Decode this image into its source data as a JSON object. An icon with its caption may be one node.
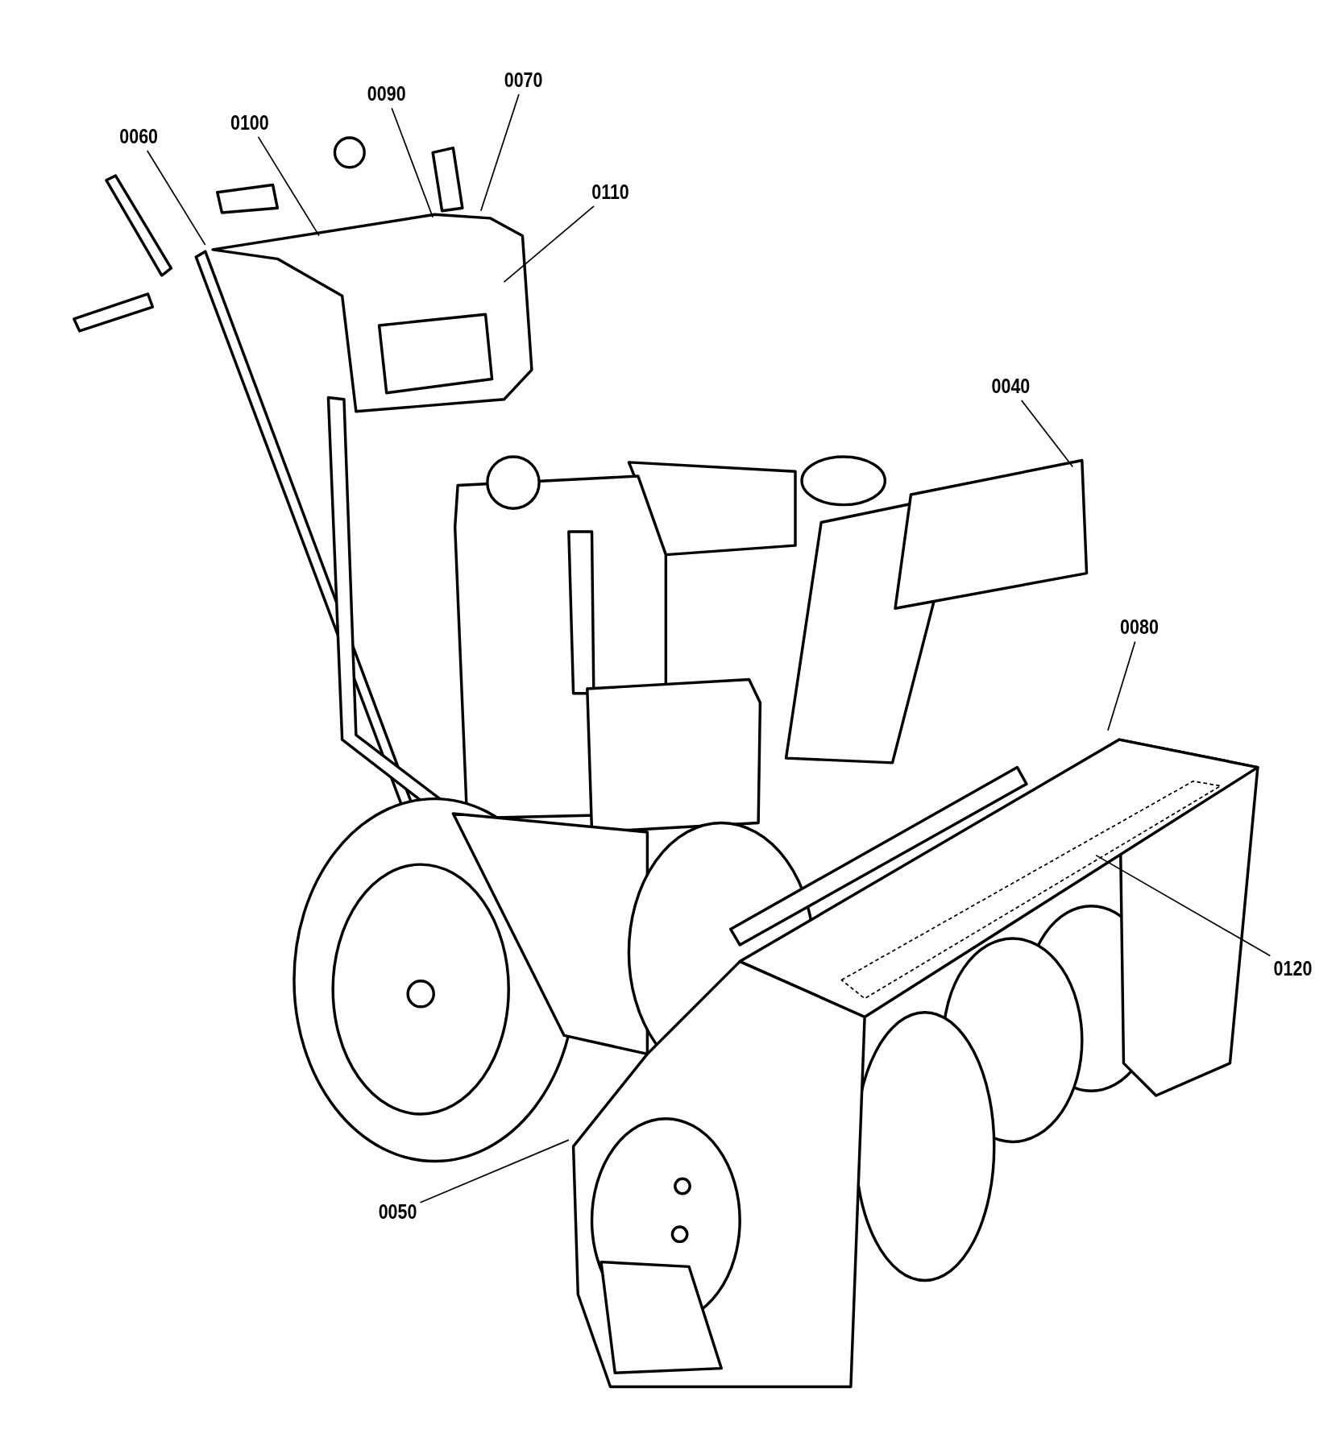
{
  "diagram": {
    "nodes": [
      {
        "text": [
          "0070"
        ]
      },
      {
        "text": [
          "0090"
        ]
      },
      {
        "text": [
          "0100"
        ]
      },
      {
        "text": [
          "0060"
        ]
      },
      {
        "text": [
          "0110"
        ]
      },
      {
        "text": [
          "0040"
        ]
      },
      {
        "text": [
          "0080"
        ]
      },
      {
        "text": [
          "0120"
        ]
      },
      {
        "text": [
          "0050"
        ]
      }
    ],
    "edges": [
      {
        "from": 0,
        "to": null,
        "arrow": "none"
      },
      {
        "from": 1,
        "to": null,
        "arrow": "none"
      },
      {
        "from": 2,
        "to": null,
        "arrow": "none"
      },
      {
        "from": 3,
        "to": null,
        "arrow": "none"
      },
      {
        "from": 4,
        "to": null,
        "arrow": "none"
      },
      {
        "from": 5,
        "to": null,
        "arrow": "none"
      },
      {
        "from": 6,
        "to": null,
        "arrow": "none"
      },
      {
        "from": 7,
        "to": null,
        "arrow": "none"
      },
      {
        "from": 8,
        "to": null,
        "arrow": "none"
      }
    ]
  }
}
